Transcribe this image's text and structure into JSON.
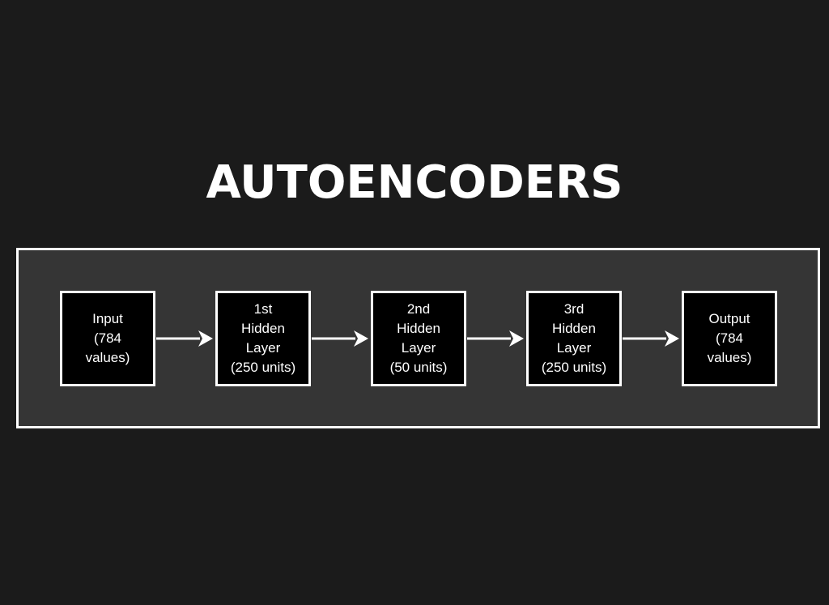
{
  "title": "AUTOENCODERS",
  "diagram": {
    "nodes": [
      {
        "label": "Input\n(784\nvalues)"
      },
      {
        "label": "1st\nHidden\nLayer\n(250 units)"
      },
      {
        "label": "2nd\nHidden\nLayer\n(50 units)"
      },
      {
        "label": "3rd\nHidden\nLayer\n(250 units)"
      },
      {
        "label": "Output\n(784\nvalues)"
      }
    ],
    "colors": {
      "background": "#1b1b1b",
      "frame_fill": "#353535",
      "node_fill": "#000000",
      "stroke": "#ffffff"
    }
  }
}
